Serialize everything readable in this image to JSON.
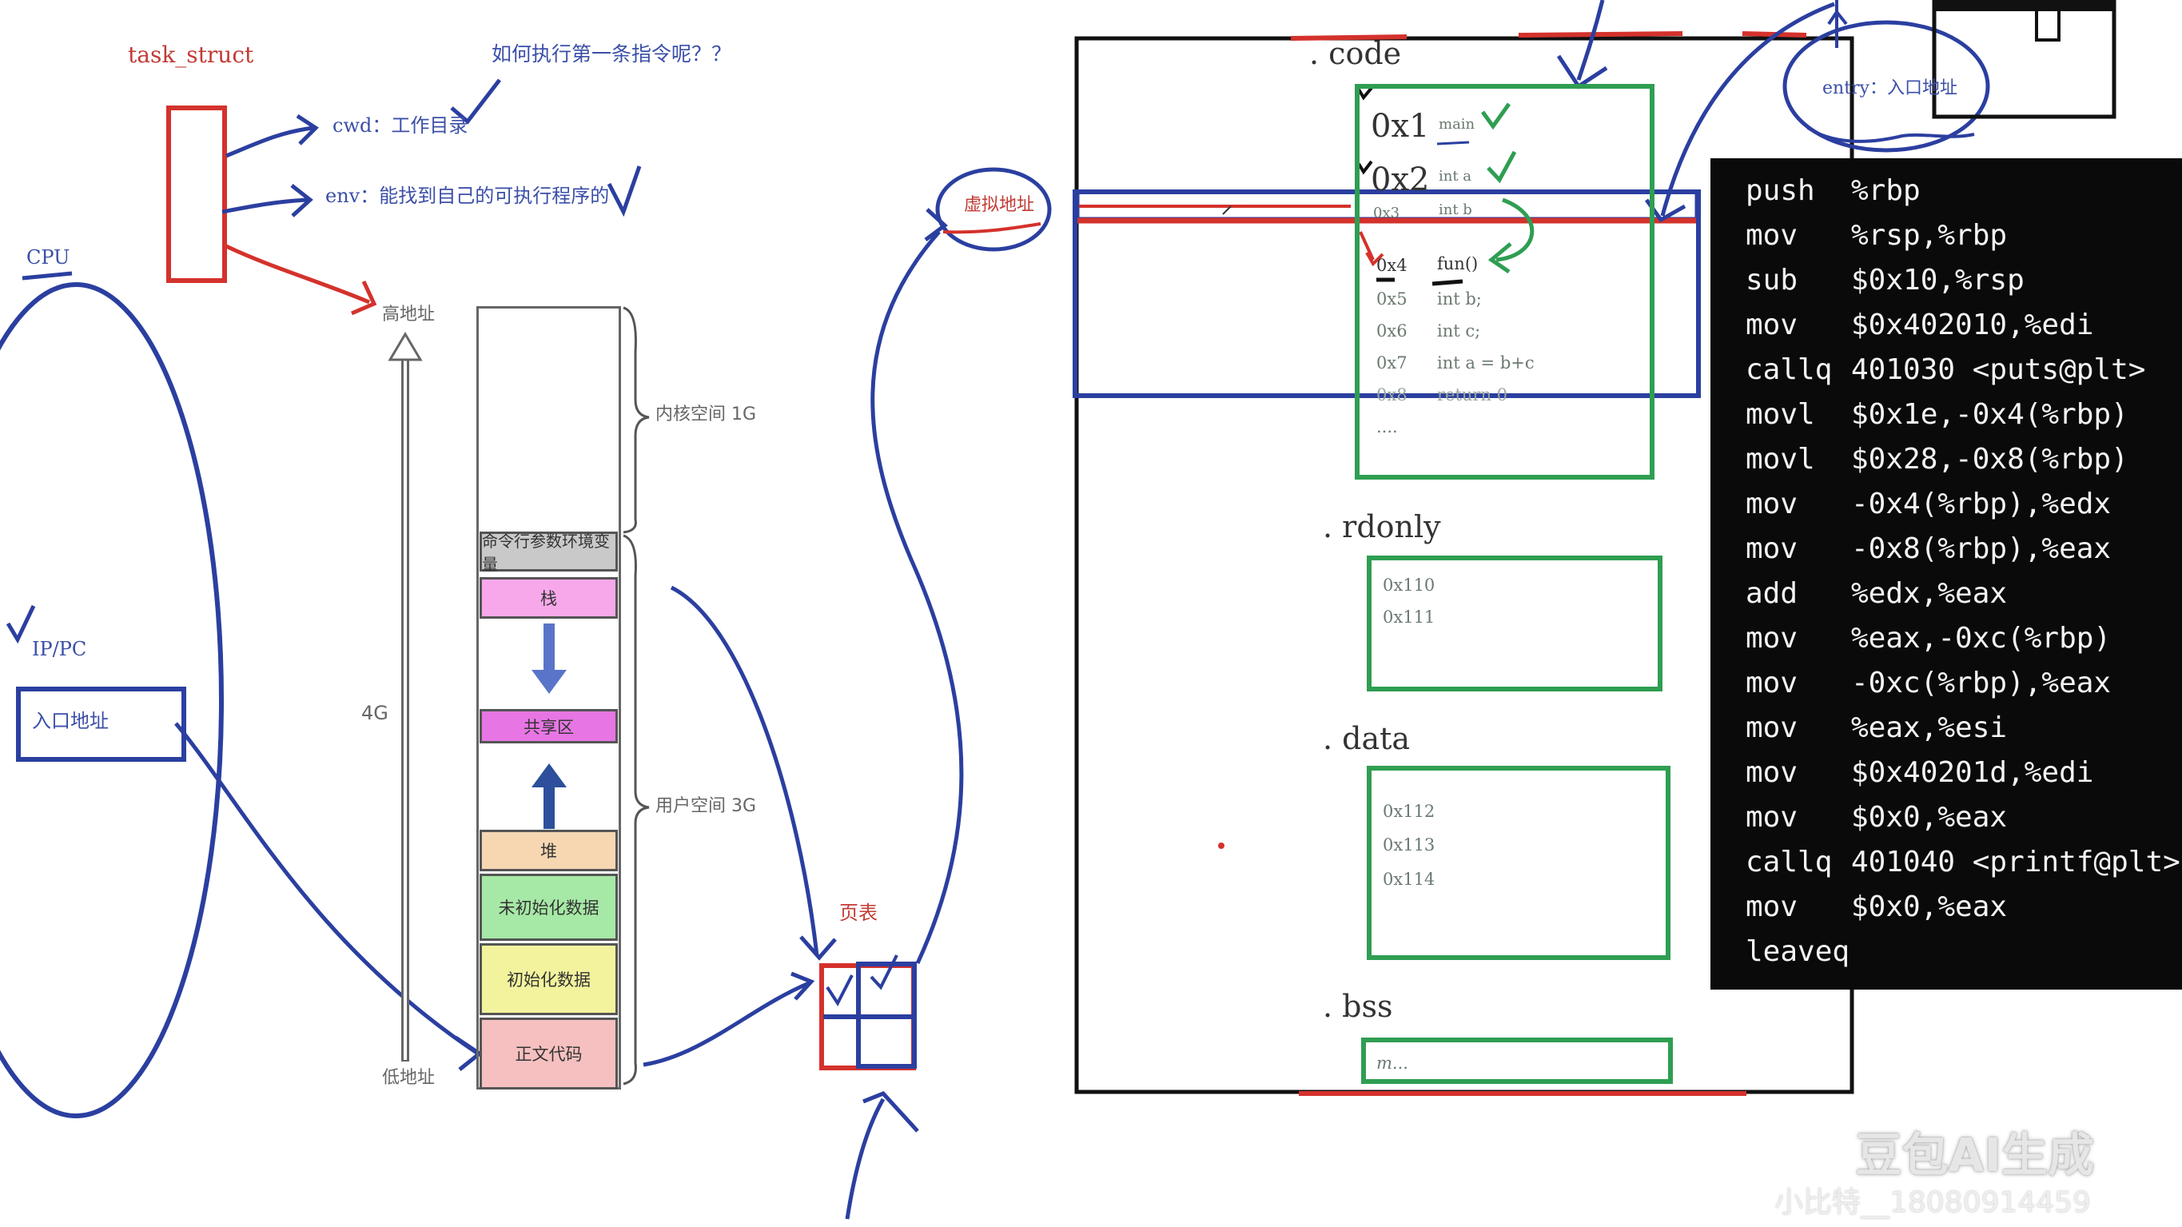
{
  "diagram": {
    "task_struct": {
      "title": "task_struct",
      "cwd": "cwd：工作目录",
      "env": "env：能找到自己的可执行程序的"
    },
    "question": "如何执行第一条指令呢？？",
    "cpu": {
      "label": "CPU",
      "register": "IP/PC",
      "entry": "入口地址"
    },
    "memory": {
      "high_addr": "高地址",
      "low_addr": "低地址",
      "size": "4G",
      "kernel_label": "内核空间 1G",
      "user_label": "用户空间 3G",
      "regions": [
        "命令行参数环境变量",
        "栈",
        "共享区",
        "堆",
        "未初始化数据",
        "初始化数据",
        "正文代码"
      ]
    },
    "page_table_label": "页表",
    "virtual_addr_label": "虚拟地址",
    "entry_bubble": "entry：入口地址",
    "sections": {
      "code": {
        "name": ". code",
        "rows": [
          {
            "addr": "0x1",
            "text": "main"
          },
          {
            "addr": "0x2",
            "text": "int a"
          },
          {
            "addr": "0x3",
            "text": "int b"
          },
          {
            "addr": "0x4",
            "text": "fun()"
          },
          {
            "addr": "0x5",
            "text": "int b;"
          },
          {
            "addr": "0x6",
            "text": "int c;"
          },
          {
            "addr": "0x7",
            "text": "int a = b+c"
          },
          {
            "addr": "0x8",
            "text": "return 0"
          },
          {
            "addr": "....",
            "text": ""
          }
        ]
      },
      "rdonly": {
        "name": ". rdonly",
        "rows": [
          "0x110",
          "0x111"
        ]
      },
      "data": {
        "name": ". data",
        "rows": [
          "0x112",
          "0x113",
          "0x114"
        ]
      },
      "bss": {
        "name": ". bss",
        "rows": [
          "m..."
        ]
      }
    },
    "assembly": [
      {
        "op": "push",
        "arg": "%rbp"
      },
      {
        "op": "mov",
        "arg": "%rsp,%rbp"
      },
      {
        "op": "sub",
        "arg": "$0x10,%rsp"
      },
      {
        "op": "mov",
        "arg": "$0x402010,%edi"
      },
      {
        "op": "callq",
        "arg": "401030 <puts@plt>"
      },
      {
        "op": "movl",
        "arg": "$0x1e,-0x4(%rbp)"
      },
      {
        "op": "movl",
        "arg": "$0x28,-0x8(%rbp)"
      },
      {
        "op": "mov",
        "arg": "-0x4(%rbp),%edx"
      },
      {
        "op": "mov",
        "arg": "-0x8(%rbp),%eax"
      },
      {
        "op": "add",
        "arg": "%edx,%eax"
      },
      {
        "op": "mov",
        "arg": "%eax,-0xc(%rbp)"
      },
      {
        "op": "mov",
        "arg": "-0xc(%rbp),%eax"
      },
      {
        "op": "mov",
        "arg": "%eax,%esi"
      },
      {
        "op": "mov",
        "arg": "$0x40201d,%edi"
      },
      {
        "op": "mov",
        "arg": "$0x0,%eax"
      },
      {
        "op": "callq",
        "arg": "401040 <printf@plt>"
      },
      {
        "op": "mov",
        "arg": "$0x0,%eax"
      },
      {
        "op": "leaveq",
        "arg": ""
      }
    ],
    "watermark": {
      "brand": "豆包AI生成",
      "user": "小比特__18080914459"
    },
    "colors": {
      "ink_blue": "#2b3fa0",
      "ink_red": "#d4322c",
      "ink_green": "#2f9e52",
      "asm_bg": "#0a0a0a"
    }
  }
}
